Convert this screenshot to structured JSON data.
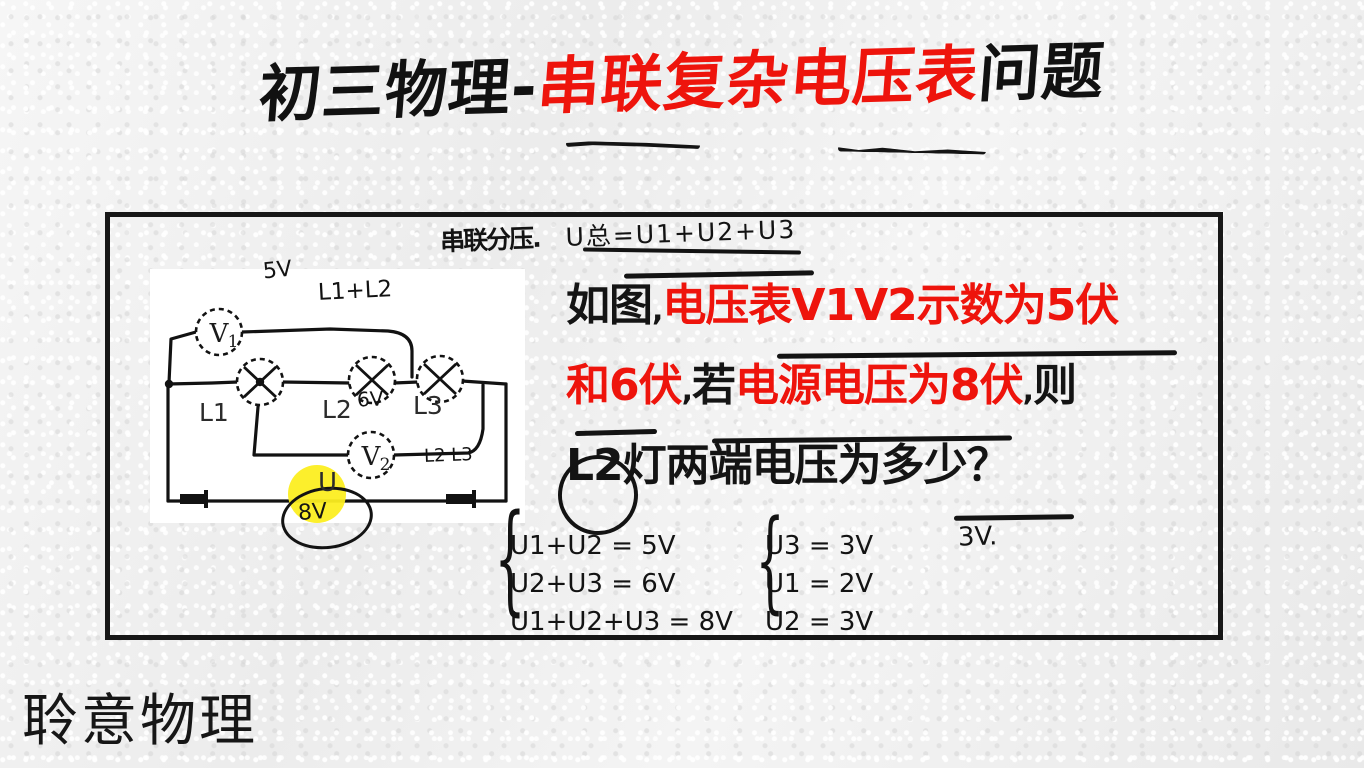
{
  "title": {
    "black_prefix": "初三物理-",
    "red_part": "串联复杂电压表",
    "black_suffix": "问题"
  },
  "top_handwriting": {
    "label": "串联分压.",
    "formula": "U总=U1+U2+U3"
  },
  "question": {
    "line1_a": "如图",
    "line1_comma": ",",
    "line1_red": "电压表V1V2示数为5伏",
    "line2_red_a": "和6伏",
    "line2_comma1": ",",
    "line2_black_a": "若",
    "line2_red_b": "电源电压为8伏",
    "line2_comma2": ",",
    "line2_black_b": "则",
    "line3": "L2灯两端电压为多少？"
  },
  "answer": "3V.",
  "circuit": {
    "meter_v1": "V1",
    "meter_v2": "V2",
    "lamp1": "L1",
    "lamp2": "L2",
    "lamp3": "L3",
    "battery_label": "U",
    "note_v1_reading": "5V",
    "note_v1_span": "L1+L2",
    "note_v2_reading": "6V",
    "note_v2_span": "L2 L3",
    "note_source": "8V"
  },
  "equations": {
    "left": [
      "U1+U2 = 5V",
      "U2+U3 = 6V",
      "U1+U2+U3 = 8V"
    ],
    "right": [
      "U3 = 3V",
      "U1 = 2V",
      "U2 = 3V"
    ],
    "brace_glyph": "{"
  },
  "watermark": "聆意物理",
  "colors": {
    "accent_red": "#ee140c",
    "ink_black": "#141414",
    "highlight_yellow": "#fcee21",
    "paper": "#f1f1f1"
  }
}
